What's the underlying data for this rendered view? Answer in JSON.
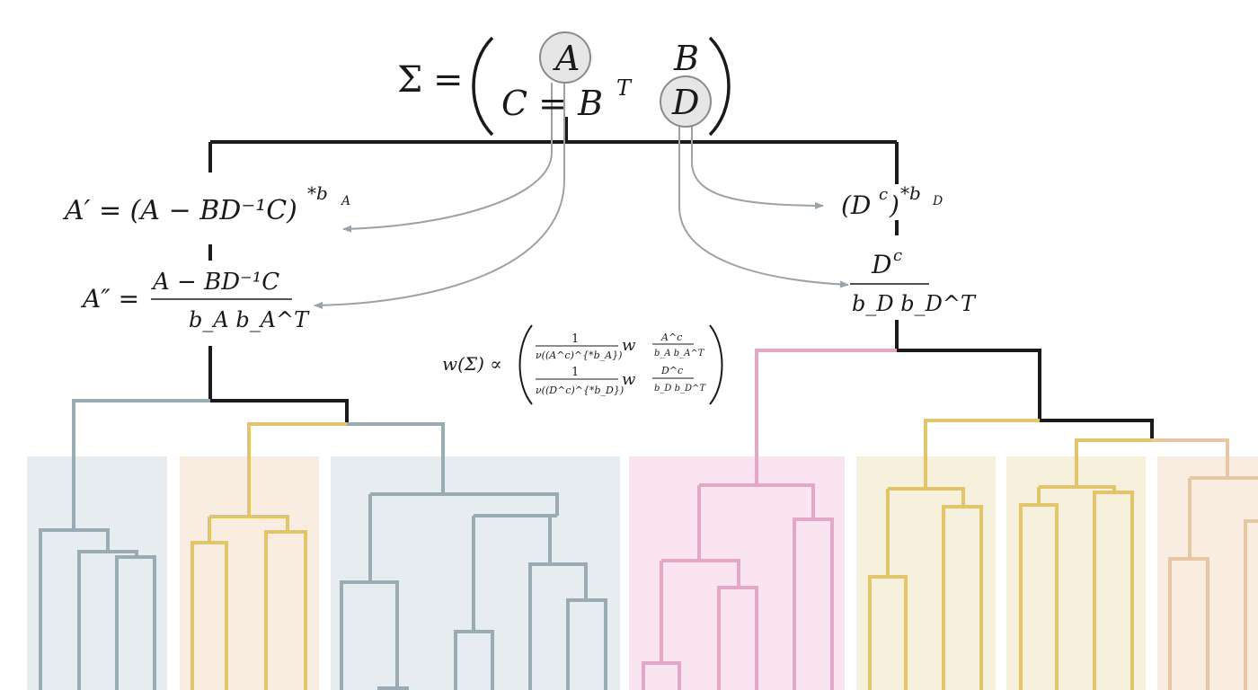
{
  "matrix": {
    "sigma": "Σ",
    "equals": "=",
    "a": "A",
    "b": "B",
    "c_eq": "C = B",
    "c_sup": "T",
    "d": "D"
  },
  "left_formulas": {
    "a_prime": "A′ = (A − BD⁻¹C)",
    "a_prime_sup": "*b",
    "a_prime_sub": "A",
    "a_dprime_lhs": "A″ =",
    "a_dprime_num": "A − BD⁻¹C",
    "a_dprime_den": "b_A b_A^T"
  },
  "right_formulas": {
    "dc_star": "(D",
    "dc_star_sup_c": "c",
    "dc_star_close": ")",
    "dc_star_sup": "*b",
    "dc_star_sub": "D",
    "dc_num": "D",
    "dc_num_sup": "c",
    "dc_den": "b_D b_D^T"
  },
  "weight": {
    "lhs": "w(Σ) ∝",
    "row1_num": "1",
    "row1_den": "ν((A^c)^{*b_A})",
    "row1_w": "w",
    "row1_frac_num": "A^c",
    "row1_frac_den": "b_A b_A^T",
    "row2_num": "1",
    "row2_den": "ν((D^c)^{*b_D})",
    "row2_w": "w",
    "row2_frac_num": "D^c",
    "row2_frac_den": "b_D b_D^T"
  },
  "colors": {
    "blue_panel": "#e6ecef",
    "peach_panel": "#f9ece0",
    "pink_panel": "#f9e4f0",
    "gold_panel": "#f6f0dc",
    "circle_fill": "#e6e6e6",
    "circle_stroke": "#8a8a8a"
  }
}
